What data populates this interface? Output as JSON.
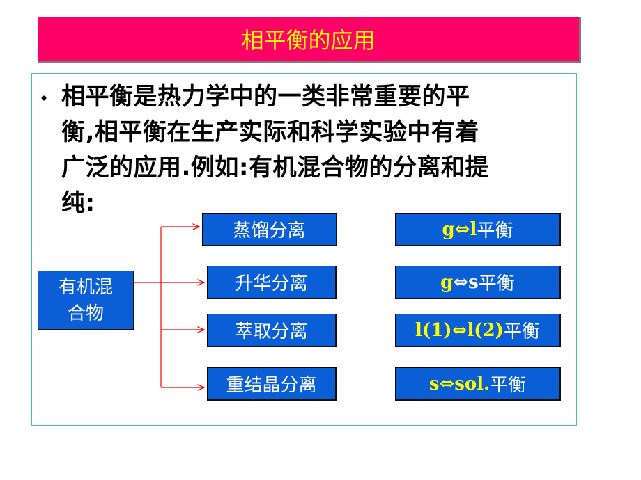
{
  "title": "相平衡的应用",
  "bullet": {
    "line1": "相平衡是热力学中的一类非常重要的平",
    "line2": "衡,相平衡在生产实际和科学实验中有着",
    "line3": "广泛的应用.例如:有机混合物的分离和提",
    "line4": "纯:"
  },
  "diagram": {
    "source": {
      "line1": "有机混",
      "line2": "合物"
    },
    "methods": [
      "蒸馏分离",
      "升华分离",
      "萃取分离",
      "重结晶分离"
    ],
    "equilibria": [
      {
        "left": "g",
        "arrow": "⇔",
        "right": " l ",
        "suffix": "平衡"
      },
      {
        "left": "g",
        "arrow": "⇔ ",
        "right": "s",
        "suffix": "平衡"
      },
      {
        "left": "l(1)",
        "arrow": "⇔",
        "right": " l(2)",
        "suffix": "平衡"
      },
      {
        "left": "s",
        "arrow": "⇔",
        "right": "sol.",
        "suffix": "平衡"
      }
    ]
  },
  "colors": {
    "title_bg": "#ff0066",
    "title_text": "#ffff00",
    "box_bg": "#0b5fd6",
    "connector": "#ff0000",
    "frame": "#4fbfa8"
  }
}
